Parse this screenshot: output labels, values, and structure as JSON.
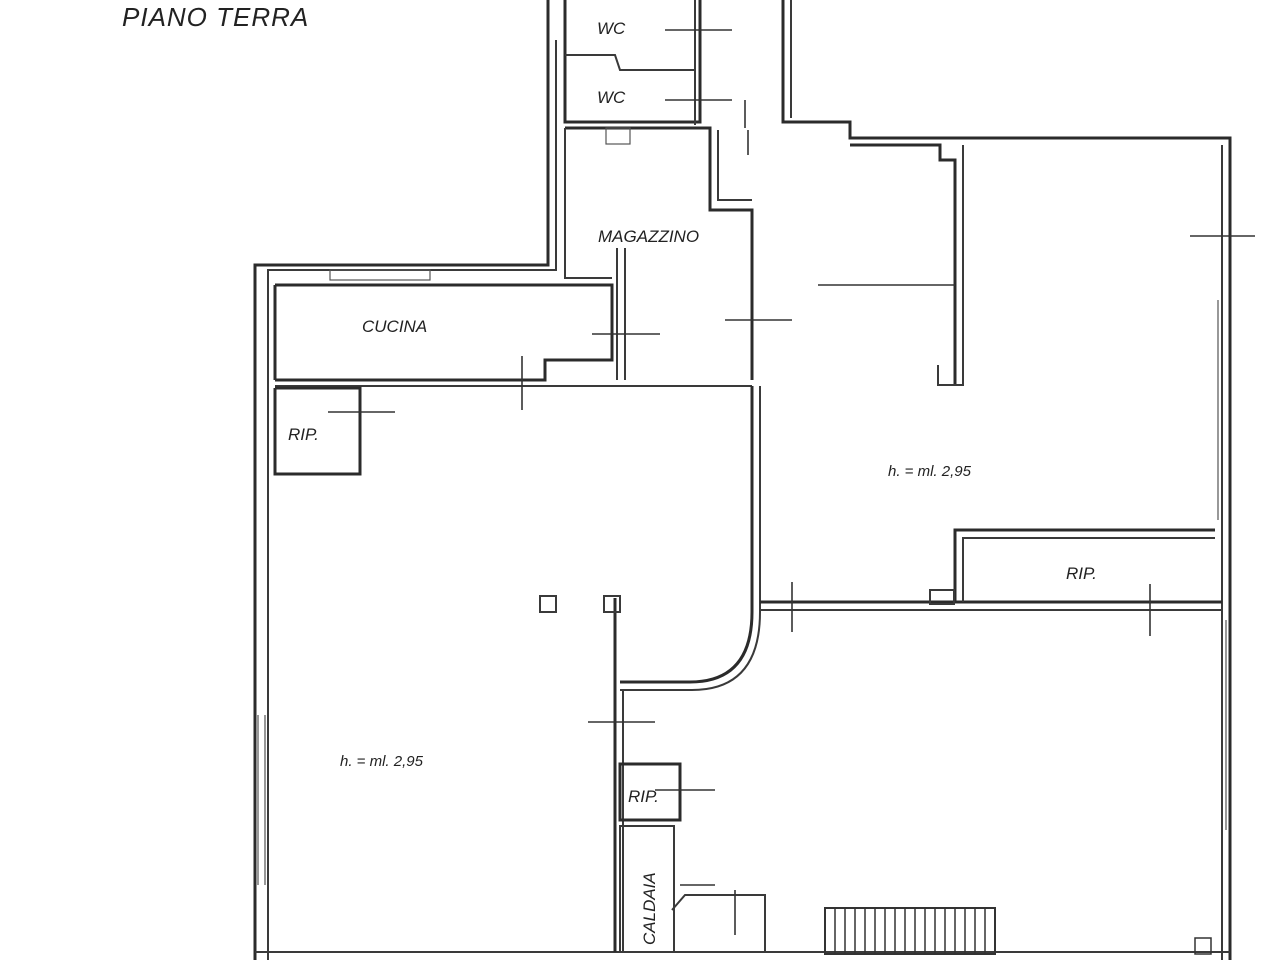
{
  "floor_title": "PIANO TERRA",
  "rooms": {
    "wc_upper": "WC",
    "wc_lower": "WC",
    "magazzino": "MAGAZZINO",
    "cucina": "CUCINA",
    "rip_left": "RIP.",
    "rip_right": "RIP.",
    "rip_small": "RIP.",
    "caldaia": "CALDAIA"
  },
  "heights": {
    "left_area": "h. = ml. 2,95",
    "right_area": "h. = ml. 2,95"
  }
}
